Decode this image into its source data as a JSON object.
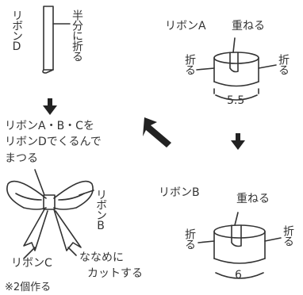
{
  "colors": {
    "ink": "#333333",
    "arrow": "#222222",
    "background": "#ffffff"
  },
  "ribbon_d": {
    "name": "リボンD",
    "instruction": "半分に折る"
  },
  "ribbon_a": {
    "name": "リボンA",
    "overlap": "重ねる",
    "fold_left": "折る",
    "fold_right": "折る",
    "width": "5.5"
  },
  "ribbon_b": {
    "name": "リボンB",
    "overlap": "重ねる",
    "fold_left": "折る",
    "fold_right": "折る",
    "width": "6"
  },
  "assembly": {
    "line1": "リボンA・B・Cを",
    "line2": "リボンDでくるんで",
    "line3": "まつる",
    "ribbon_b_label": "リボンB",
    "ribbon_c_label": "リボンC",
    "cut_line1": "ななめに",
    "cut_line2": "カットする",
    "note": "※2個作る"
  },
  "arrows": [
    "arrow-down-left",
    "arrow-up-left",
    "arrow-down-right"
  ]
}
